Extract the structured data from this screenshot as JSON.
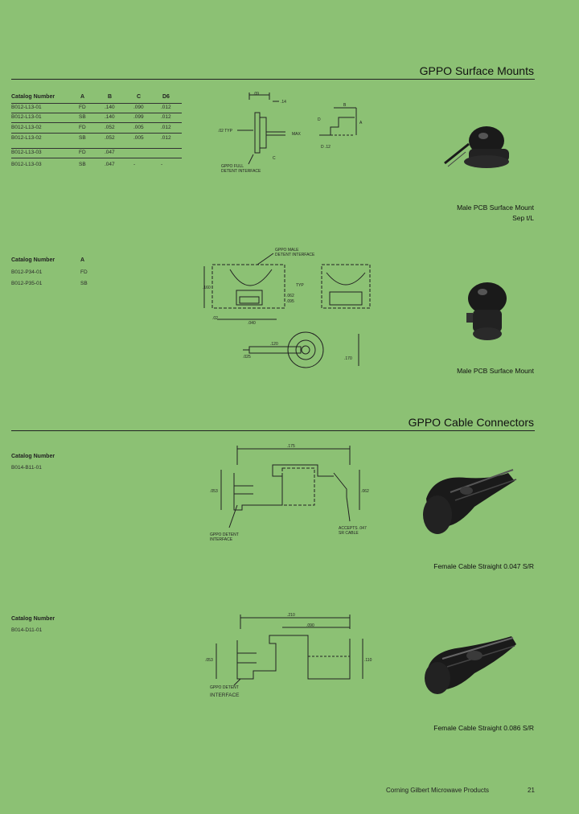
{
  "sections": {
    "surface_mounts_title": "GPPO Surface Mounts",
    "cable_connectors_title": "GPPO Cable Connectors"
  },
  "table1": {
    "headers": [
      "Catalog Number",
      "A",
      "B",
      "C",
      "D6"
    ],
    "rows": [
      [
        "B012-L13-01",
        "FD",
        ".140",
        ".090",
        ".012"
      ],
      [
        "B012-L13-01",
        "SB",
        ".140",
        ".099",
        ".012"
      ],
      [
        "B012-L13-02",
        "FD",
        ".052",
        ".005",
        ".012"
      ],
      [
        "B012-L13-02",
        "SB",
        ".052",
        ".005",
        ".012"
      ],
      [
        "B012-L13-03",
        "FD",
        ".047",
        "",
        ""
      ],
      [
        "B012-L13-03",
        "SB",
        ".047",
        "-",
        "-"
      ]
    ]
  },
  "table2": {
    "headers": [
      "Catalog Number",
      "A"
    ],
    "rows": [
      [
        "B012-P34-01",
        "FD"
      ],
      [
        "B012-P35-01",
        "SB"
      ]
    ]
  },
  "table3": {
    "header": "Catalog Number",
    "value": "B014-B11-01"
  },
  "table4": {
    "header": "Catalog Number",
    "value": "B014-D11-01"
  },
  "drawing_labels": {
    "d1_top": ".09",
    "d1_side": ".14",
    "d1_b": "B",
    "d1_d": "D",
    "d1_a": "A",
    "d1_c": "C",
    "d1_dia": "D .12",
    "d1_max": "MAX",
    "d1_typ": ".02 TYP",
    "d1_interface1": "GPPO FULL",
    "d1_interface2": "DETENT INTERFACE",
    "d2_note1": "GPPO MALE",
    "d2_note2": "DETENT INTERFACE",
    "d2_h": ".160",
    "d2_w": ".040",
    "d2_a": ".02",
    "d2_b": ".062",
    "d2_c": ".095",
    "d2_typ": "TYP",
    "d2_r": ".120",
    "d2_d": ".025",
    "d2_e": ".170",
    "d3_top": ".175",
    "d3_left": ".053",
    "d3_e": ".062",
    "d3_note1": "GPPO DETENT",
    "d3_note2": "INTERFACE",
    "d3_acc1": "ACCEPTS .047",
    "d3_acc2": "SR CABLE",
    "d4_top": ".210",
    "d4_mid": ".090",
    "d4_left": ".053",
    "d4_right": ".110",
    "d4_note1": "GPPO DETENT",
    "d4_note2": "INTERFACE"
  },
  "captions": {
    "c1_line1": "Male PCB Surface Mount",
    "c1_line2": "Sep t/L",
    "c2": "Male PCB Surface Mount",
    "c3": "Female Cable Straight 0.047 S/R",
    "c4": "Female Cable Straight 0.086 S/R"
  },
  "footer": {
    "text": "Corning Gilbert Microwave Products",
    "page": "21"
  },
  "colors": {
    "background": "#8cc174",
    "ink": "#1a1a1a"
  }
}
